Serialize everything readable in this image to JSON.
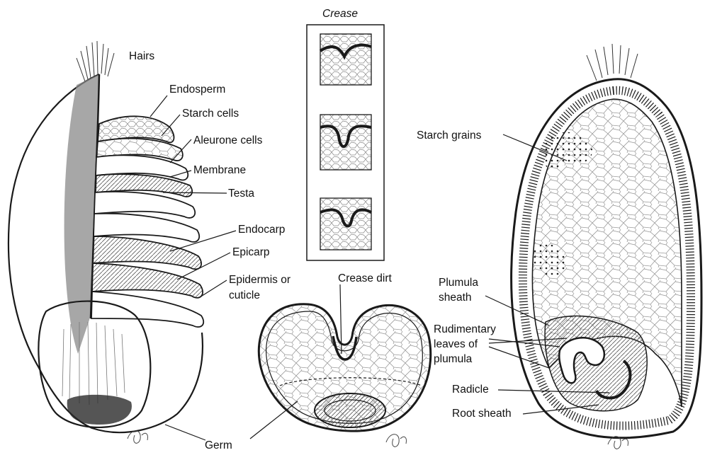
{
  "crease_panel": {
    "title": "Crease"
  },
  "left_grain": {
    "labels": {
      "hairs": "Hairs",
      "endosperm": "Endosperm",
      "starch_cells": "Starch cells",
      "aleurone_cells": "Aleurone cells",
      "membrane": "Membrane",
      "testa": "Testa",
      "endocarp": "Endocarp",
      "epicarp": "Epicarp",
      "epidermis_line1": "Epidermis or",
      "epidermis_line2": "cuticle"
    }
  },
  "cross_section": {
    "labels": {
      "crease_dirt": "Crease dirt",
      "germ": "Germ"
    }
  },
  "right_grain": {
    "labels": {
      "starch_grains": "Starch grains",
      "plumula_sheath_line1": "Plumula",
      "plumula_sheath_line2": "sheath",
      "rudimentary_line1": "Rudimentary",
      "rudimentary_line2": "leaves of",
      "rudimentary_line3": "plumula",
      "radicle": "Radicle",
      "root_sheath": "Root sheath"
    }
  },
  "colors": {
    "ink": "#1a1a1a",
    "shade": "#6e6e6e",
    "cell_line": "#9a9a9a",
    "background": "#ffffff"
  }
}
